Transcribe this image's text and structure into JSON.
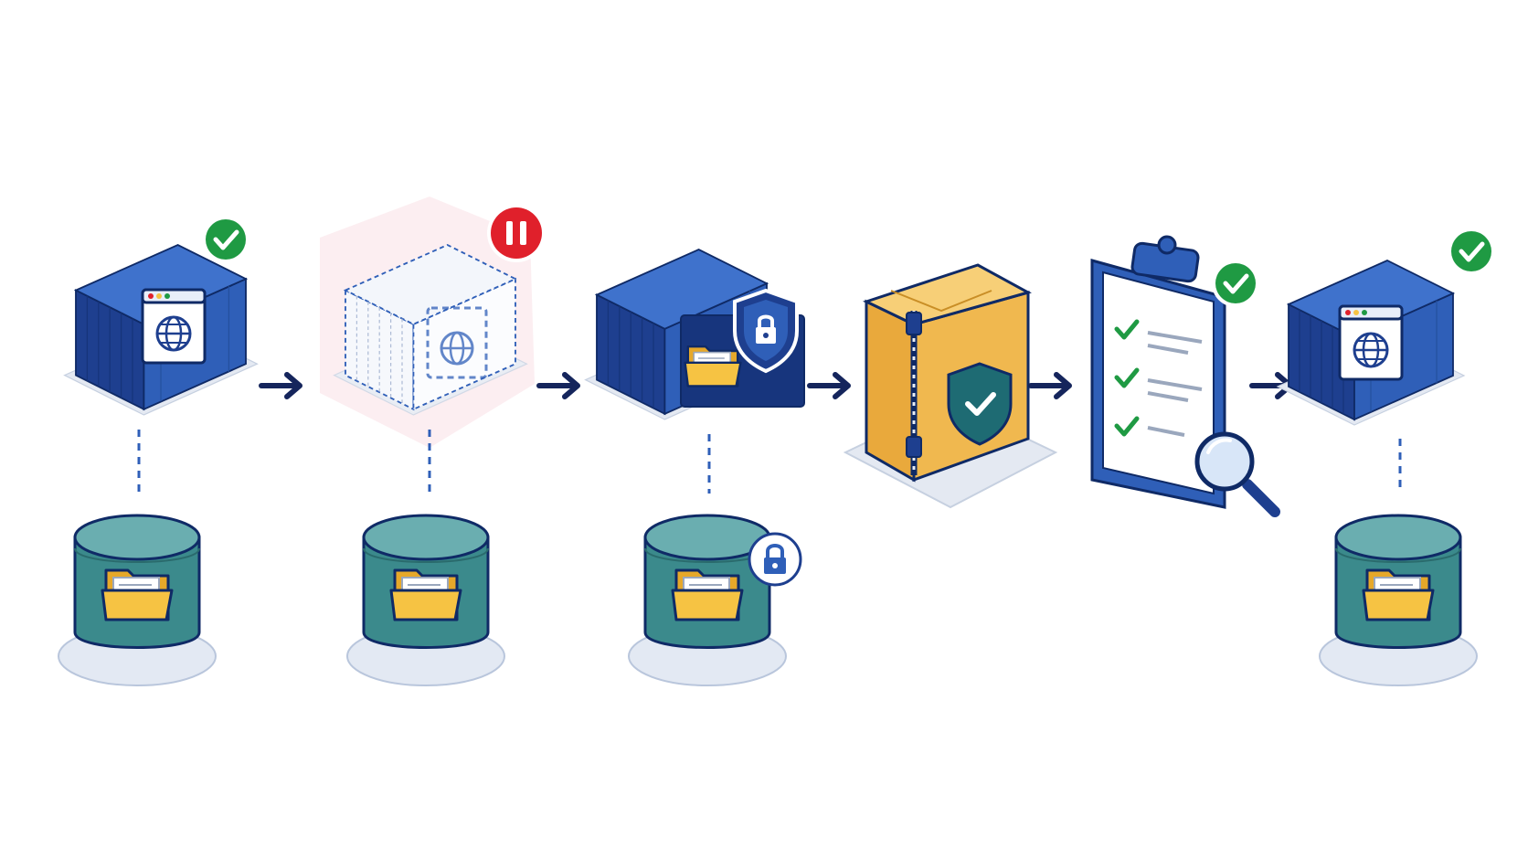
{
  "diagram": {
    "flow": [
      {
        "id": "stage-1",
        "kind": "container",
        "state": "running",
        "content": "globe-window-icon",
        "badge": "check-circle-icon",
        "volume": {
          "content": "folder-icon",
          "badge": ""
        }
      },
      {
        "id": "stage-2",
        "kind": "container",
        "state": "paused",
        "content": "globe-window-icon",
        "badge": "pause-circle-icon",
        "volume": {
          "content": "folder-icon",
          "badge": ""
        }
      },
      {
        "id": "stage-3",
        "kind": "container",
        "state": "secured",
        "content": "folder-icon",
        "badge": "shield-lock-icon",
        "volume": {
          "content": "folder-icon",
          "badge": "lock-circle-icon"
        }
      },
      {
        "id": "stage-4",
        "kind": "package",
        "state": "sealed",
        "content": "zipper-icon",
        "badge": "shield-check-icon"
      },
      {
        "id": "stage-5",
        "kind": "clipboard",
        "state": "verified",
        "content": "checklist-icon",
        "badge": "check-circle-icon",
        "extra": "magnifier-icon"
      },
      {
        "id": "stage-6",
        "kind": "container",
        "state": "running",
        "content": "globe-window-icon",
        "badge": "check-circle-icon",
        "volume": {
          "content": "folder-icon",
          "badge": ""
        }
      }
    ],
    "connectors": [
      "arrow-right-icon",
      "arrow-right-icon",
      "arrow-right-icon",
      "arrow-right-icon",
      "arrow-right-icon"
    ],
    "checklist_items": 3
  },
  "colors": {
    "container_blue": "#2f5fb8",
    "container_dark": "#1e3f8f",
    "outline": "#0f2a66",
    "arrow": "#15255c",
    "badge_green": "#1f9a43",
    "badge_red": "#e0202b",
    "volume_teal": "#3b8a8c",
    "volume_top": "#6aaeb0",
    "folder": "#f6c343",
    "box": "#e9a93c",
    "shadow": "#dfe5ef"
  }
}
